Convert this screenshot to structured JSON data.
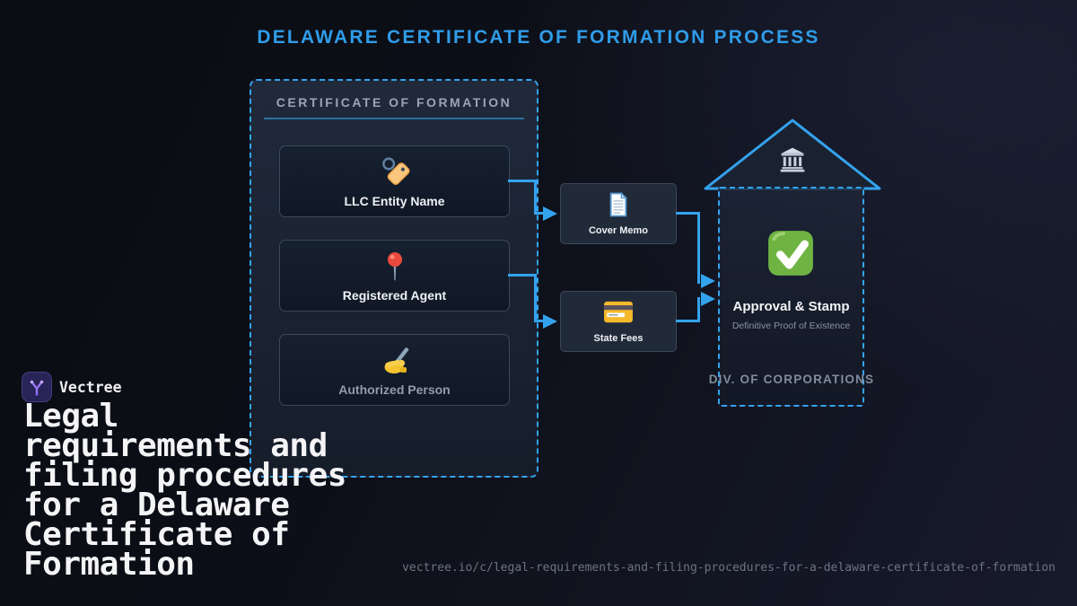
{
  "title": "DELAWARE CERTIFICATE OF FORMATION PROCESS",
  "colors": {
    "accent_blue": "#34a3ee",
    "title_blue": "#2f9ce8",
    "underline_blue": "#2d6f9f",
    "background_dark": "#0d0f18",
    "node_fill": "#131b29",
    "container_fill": "#1b2332",
    "check_green": "#77b255",
    "logo_purple": "#9b79f7",
    "muted_text": "#9aa4b6"
  },
  "diagram": {
    "source": {
      "title": "CERTIFICATE OF FORMATION",
      "items": [
        {
          "label": "LLC Entity Name",
          "icon": "tag-icon"
        },
        {
          "label": "Registered Agent",
          "icon": "pushpin-icon"
        },
        {
          "label": "Authorized Person",
          "icon": "writing-hand-icon"
        }
      ]
    },
    "middle": [
      {
        "label": "Cover Memo",
        "icon": "document-icon"
      },
      {
        "label": "State Fees",
        "icon": "credit-card-icon"
      }
    ],
    "destination": {
      "roof_icon": "classical-building-icon",
      "approval_label": "Approval & Stamp",
      "approval_sublabel": "Definitive Proof of Existence",
      "approval_icon": "check-mark-icon",
      "footer": "DIV. OF CORPORATIONS"
    }
  },
  "branding": {
    "logo_text": "Vectree",
    "logo_icon": "vectree-branch-icon",
    "heading": "Legal requirements and filing procedures for a Delaware Certificate of Formation",
    "heading_lines": [
      "Legal",
      "requirements and",
      "filing procedures",
      "for a Delaware",
      "Certificate of",
      "Formation"
    ],
    "url": "vectree.io/c/legal-requirements-and-filing-procedures-for-a-delaware-certificate-of-formation"
  }
}
